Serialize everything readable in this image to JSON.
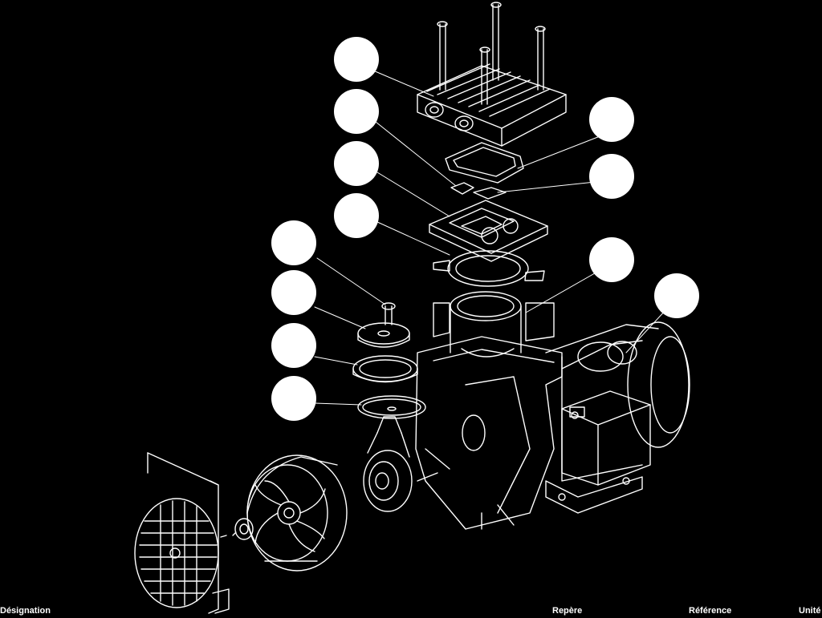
{
  "diagram": {
    "callouts": 12
  },
  "table_header": {
    "designation": "Désignation",
    "repere": "Repère",
    "reference": "Référence",
    "unite": "Unité"
  },
  "colors": {
    "background": "#000000",
    "line": "#ffffff"
  }
}
